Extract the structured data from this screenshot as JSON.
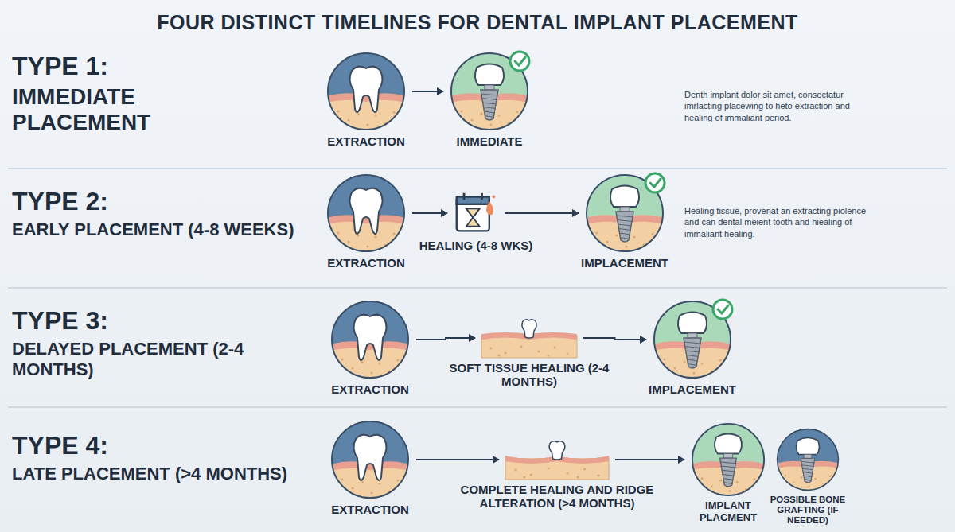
{
  "diagram": {
    "title": "FOUR DISTINCT TIMELINES FOR DENTAL IMPLANT PLACEMENT",
    "nodes": [
      {
        "text": [
          "EXTRACTION"
        ]
      },
      {
        "text": [
          "IMMEDIATE"
        ]
      },
      {
        "text": [
          "EXTRACTION"
        ]
      },
      {
        "text": [
          "HEALING (4-8 WKS)"
        ]
      },
      {
        "text": [
          "IMPLACEMENT"
        ]
      },
      {
        "text": [
          "EXTRACTION"
        ]
      },
      {
        "text": [
          "SOFT TISSUE HEALING (2-4 MONTHS)"
        ]
      },
      {
        "text": [
          "IMPLACEMENT"
        ]
      },
      {
        "text": [
          "EXTRACTION"
        ]
      },
      {
        "text": [
          "COMPLETE HEALING AND RIDGE ALTERATION (>4 MONTHS)"
        ]
      },
      {
        "text": [
          "IMPLANT PLACMENT"
        ]
      },
      {
        "text": [
          "POSSIBLE BONE GRAFTING (IF NEEDED)"
        ]
      }
    ],
    "edges": [
      {
        "from": 0,
        "to": 1,
        "arrow": "to"
      },
      {
        "from": 2,
        "to": 3,
        "arrow": "to"
      },
      {
        "from": 3,
        "to": 4,
        "arrow": "to"
      },
      {
        "from": 5,
        "to": 6,
        "arrow": "to"
      },
      {
        "from": 6,
        "to": 7,
        "arrow": "to"
      },
      {
        "from": 8,
        "to": 9,
        "arrow": "to"
      },
      {
        "from": 9,
        "to": 10,
        "arrow": "to"
      }
    ],
    "labels": [
      "TYPE 1:",
      "IMMEDIATE PLACEMENT",
      "Denth implant dolor sit amet, consectatur imrlacting placewing to heto extraction and healing of immaliant period.",
      "TYPE 2:",
      "EARLY PLACEMENT (4-8 WEEKS)",
      "Healing tissue, provenat an extracting piolence and can dental meient tooth and hiealing of immaliant healing.",
      "TYPE 3:",
      "DELAYED PLACEMENT (2-4 MONTHS)",
      "TYPE 4:",
      "LATE PLACEMENT (>4 MONTHS)"
    ]
  }
}
